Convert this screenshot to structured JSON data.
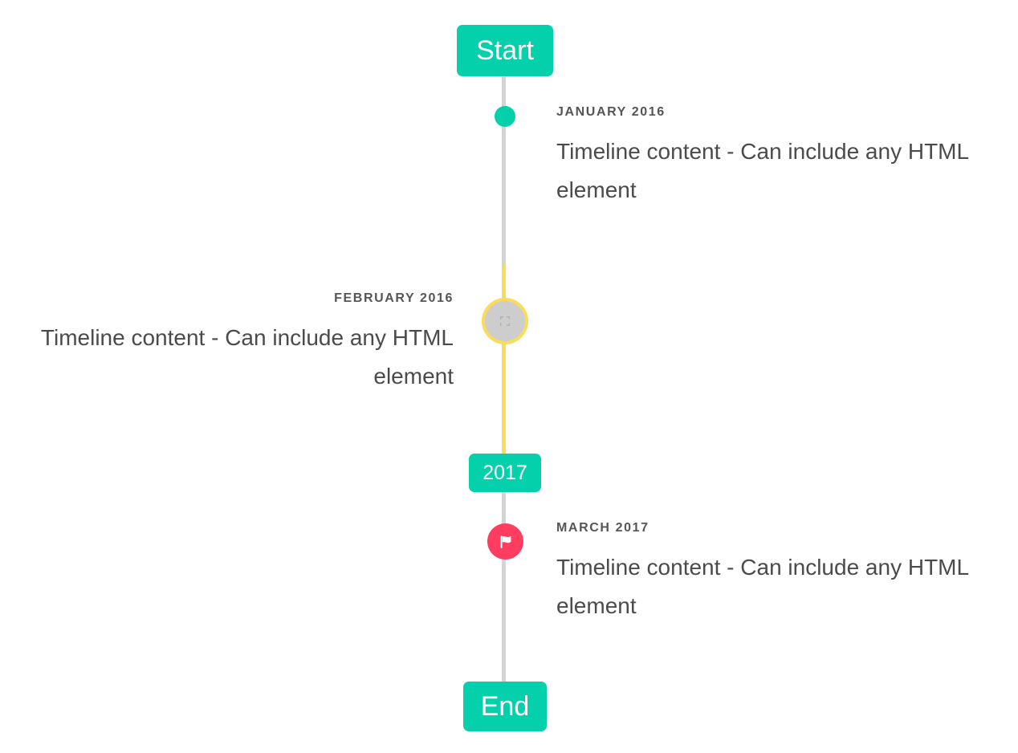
{
  "timeline": {
    "start_label": "Start",
    "year_label": "2017",
    "end_label": "End",
    "colors": {
      "accent_teal": "#04d0ac",
      "rail_grey": "#d4d4d4",
      "rail_yellow": "#fbdc5a",
      "marker_grey": "#cdcdcd",
      "marker_pink": "#ff3d60",
      "text_dark": "#4b4b4b",
      "text_date": "#555555",
      "background": "#ffffff"
    },
    "entries": [
      {
        "date": "JANUARY 2016",
        "body": "Timeline content - Can include any HTML element",
        "side": "right",
        "marker": "dot-teal-icon"
      },
      {
        "date": "FEBRUARY 2016",
        "body": "Timeline content - Can include any HTML element",
        "side": "left",
        "marker": "broken-image-icon"
      },
      {
        "date": "MARCH 2017",
        "body": "Timeline content - Can include any HTML element",
        "side": "right",
        "marker": "flag-icon"
      }
    ]
  }
}
